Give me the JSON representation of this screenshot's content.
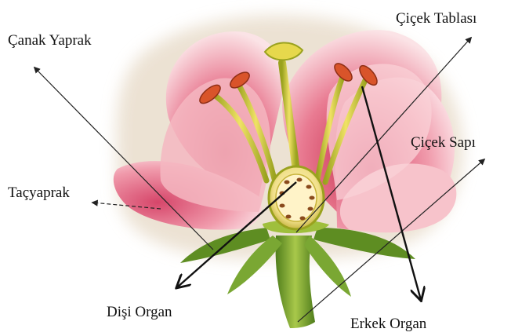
{
  "labels": {
    "sepal": "Çanak Yaprak",
    "receptacle": "Çiçek Tablası",
    "stem": "Çiçek Sapı",
    "petal": "Taçyaprak",
    "pistil": "Dişi Organ",
    "stamen": "Erkek Organ"
  },
  "colors": {
    "petal_light": "#f7c6cc",
    "petal_mid": "#ef8b9c",
    "petal_dark": "#d0405e",
    "stem_green": "#6b9a2a",
    "organ_yellow": "#d8c53a",
    "anther_orange": "#d9542a",
    "glow": "#e9dcc8"
  }
}
